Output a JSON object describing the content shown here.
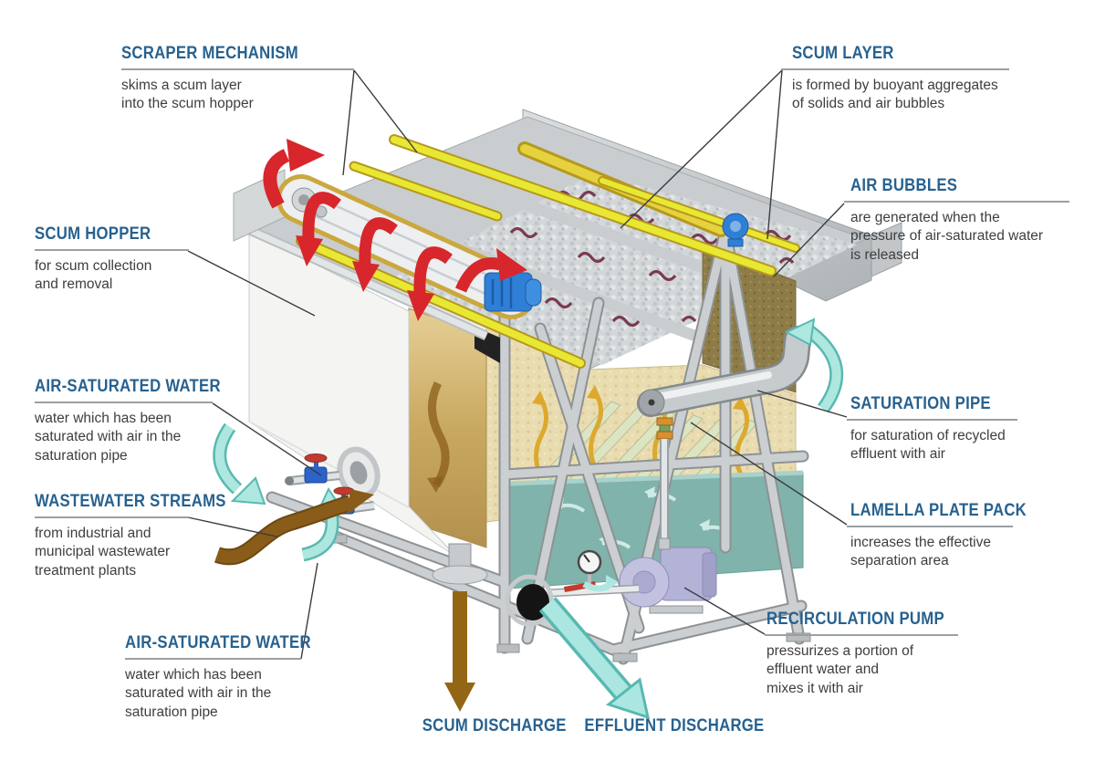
{
  "diagram": {
    "title": "Dissolved air flotation unit — annotated diagram",
    "palette": {
      "label_title_blue": "#27618f",
      "body_text": "#3e3e40",
      "rule_gray": "#9aa0a3",
      "leader_line": "#3c3c3e",
      "scraper_red": "#d7262c",
      "rail_yellow": "#e8e832",
      "chain_gold": "#caa83e",
      "motor_blue": "#2f7fd6",
      "hopper_white": "#f4f5f3",
      "panel_gold": "#d4b573",
      "foam_gray": "#d3d7d9",
      "scum_squiggle": "#7b3a50",
      "olive_zone": "#8d7c48",
      "tan_zone": "#e9dcb0",
      "teal_water": "#7fb3ab",
      "cyan_arrow": "#aee7e0",
      "cyan_arrow_edge": "#57b9b1",
      "brown_arrow": "#8a5c19",
      "scum_brown": "#936616",
      "pump_lavender": "#b3b3d8",
      "steel": "#c6cacc"
    },
    "labels": {
      "scraper_mechanism": {
        "title": "SCRAPER MECHANISM",
        "desc": "skims a scum layer into the scum hopper"
      },
      "scum_layer": {
        "title": "SCUM LAYER",
        "desc": "is formed by buoyant aggregates of solids and air bubbles"
      },
      "air_bubbles": {
        "title": "AIR BUBBLES",
        "desc": "are generated when the pressure of air-saturated water is released"
      },
      "scum_hopper": {
        "title": "SCUM HOPPER",
        "desc": "for scum collection and removal"
      },
      "air_saturated_water_top": {
        "title": "AIR-SATURATED WATER",
        "desc": "water which has been saturated with air in the saturation pipe"
      },
      "wastewater_streams": {
        "title": "WASTEWATER STREAMS",
        "desc": "from industrial and municipal wastewater treatment plants"
      },
      "air_saturated_water_bottom": {
        "title": "AIR-SATURATED WATER",
        "desc": "water which has been saturated with air in the saturation pipe"
      },
      "saturation_pipe": {
        "title": "SATURATION PIPE",
        "desc": "for saturation of recycled effluent with air"
      },
      "lamella_plate_pack": {
        "title": "LAMELLA PLATE PACK",
        "desc": "increases the effective separation area"
      },
      "recirculation_pump": {
        "title": "RECIRCULATION PUMP",
        "desc": "pressurizes a portion of effluent water and mixes it with air"
      },
      "scum_discharge": {
        "title": "SCUM DISCHARGE"
      },
      "effluent_discharge": {
        "title": "EFFLUENT DISCHARGE"
      }
    }
  }
}
